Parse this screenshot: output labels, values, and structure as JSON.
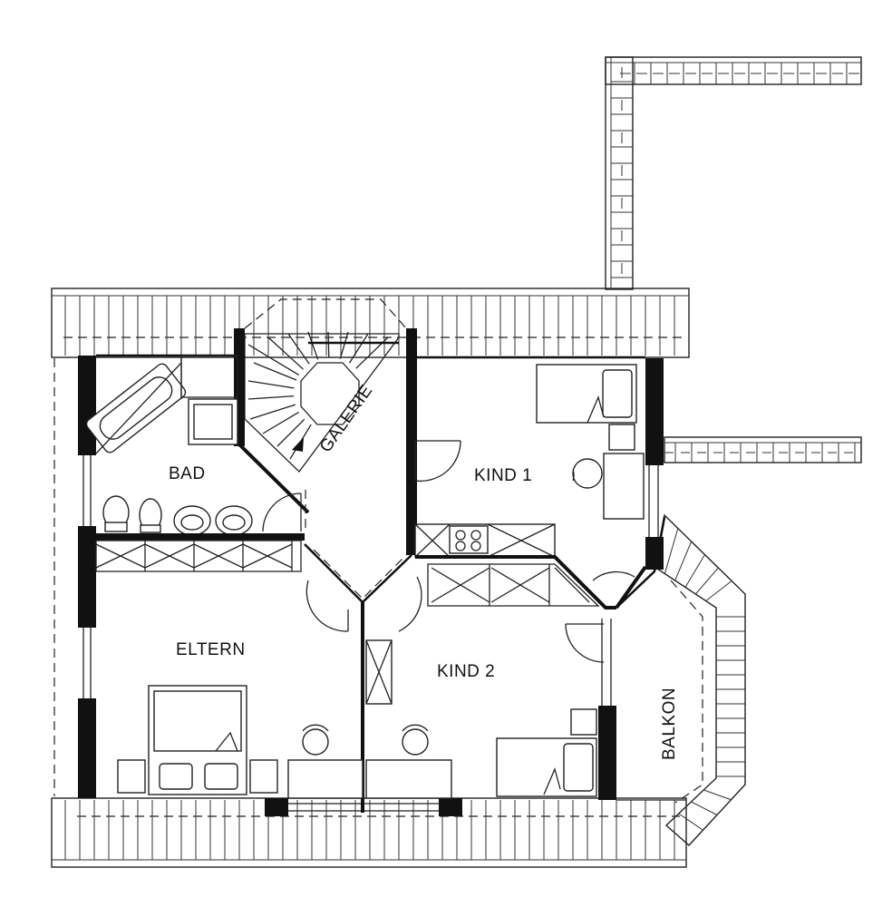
{
  "rooms": {
    "bad": "BAD",
    "galerie": "GALERIE",
    "kind1": "KIND 1",
    "kind2": "KIND 2",
    "eltern": "ELTERN",
    "balkon": "BALKON"
  },
  "colors": {
    "ink": "#111111",
    "paper": "#ffffff"
  }
}
